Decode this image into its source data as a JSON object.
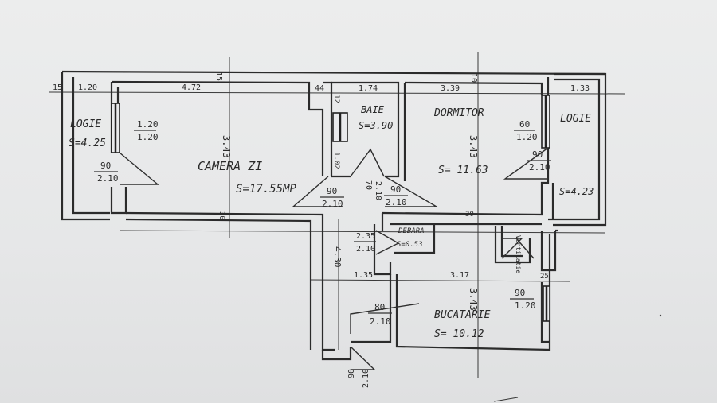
{
  "rooms": {
    "logie_left": {
      "name": "LOGIE",
      "area": "S=4.25"
    },
    "camera_zi": {
      "name": "CAMERA ZI",
      "area": "S=17.55MP"
    },
    "baie": {
      "name": "BAIE",
      "area": "S=3.90"
    },
    "dormitor": {
      "name": "DORMITOR",
      "area": "S= 11.63"
    },
    "logie_right": {
      "name": "LOGIE",
      "area": "S=4.23"
    },
    "debara": {
      "name": "DEBARA",
      "area": "S=0.53"
    },
    "bucatarie": {
      "name": "BUCATARIE",
      "area": "S= 10.12"
    }
  },
  "dimensions": {
    "top": [
      "15",
      "1.20",
      "4.72",
      "15",
      "44",
      "1.74",
      "3.39",
      "10",
      "1.33"
    ],
    "left_vertical": "3.43",
    "bedroom_vertical": "3.43",
    "kitchen_vertical": "3.43",
    "hall_vertical": "4.30",
    "kitchen_horizontal": [
      "1.35",
      "3.17"
    ],
    "wall_marks": [
      "12",
      "1.02",
      "30",
      "30",
      "25"
    ]
  },
  "openings": {
    "win_logie_left": {
      "w": "1.20",
      "h": "1.20"
    },
    "door_logie_left": {
      "w": "90",
      "h": "2.10"
    },
    "door_camera": {
      "w": "90",
      "h": "2.10"
    },
    "door_baie": {
      "w": "70",
      "h": "2.10"
    },
    "door_hall": {
      "w": "90",
      "h": "2.10"
    },
    "win_dormitor": {
      "w": "60",
      "h": "1.20"
    },
    "door_dormitor": {
      "w": "90",
      "h": "2.10"
    },
    "door_debara": {
      "w": "2.35",
      "h": "2.10"
    },
    "door_bucatarie": {
      "w": "80",
      "h": "2.10"
    },
    "win_bucatarie": {
      "w": "90",
      "h": "1.20"
    },
    "door_entry": {
      "w": "90",
      "h": "2.10"
    },
    "shaft": "Ventilatie"
  }
}
